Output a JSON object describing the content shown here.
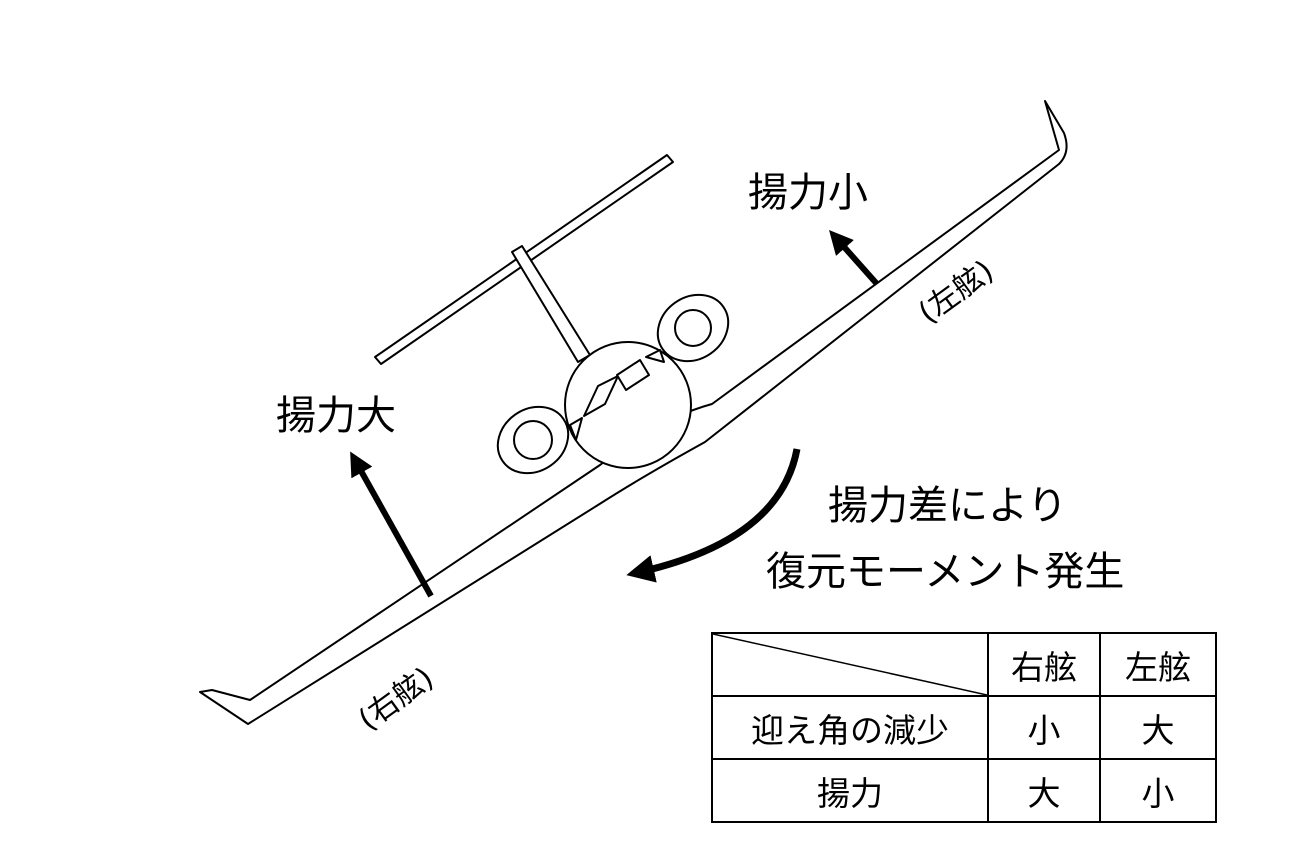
{
  "labels": {
    "lift_small": "揚力小",
    "lift_large": "揚力大",
    "moment_line1": "揚力差により",
    "moment_line2": "復元モーメント発生",
    "left_wing": "(左舷)",
    "right_wing": "(右舷)"
  },
  "table": {
    "header": [
      "右舷",
      "左舷"
    ],
    "rows": [
      {
        "label": "迎え角の減少",
        "cells": [
          "小",
          "大"
        ]
      },
      {
        "label": "揚力",
        "cells": [
          "大",
          "小"
        ]
      }
    ]
  }
}
